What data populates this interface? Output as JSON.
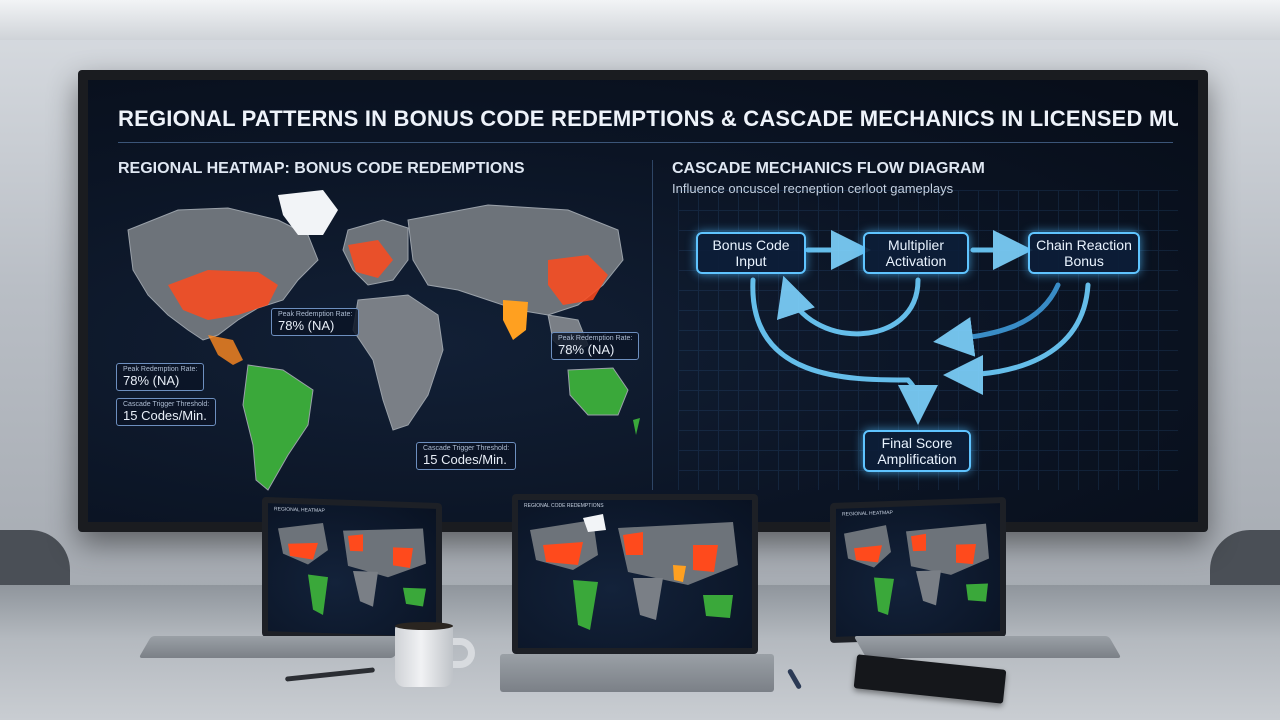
{
  "screen": {
    "title": "REGIONAL PATTERNS IN BONUS CODE REDEMPTIONS & CASCADE MECHANICS IN LICENSED MUL",
    "left_panel": {
      "title": "REGIONAL HEATMAP: BONUS CODE REDEMPTIONS",
      "callouts": [
        {
          "label": "Peak Redemption Rate:",
          "value": "78% (NA)"
        },
        {
          "label": "Peak Redemption Rate:",
          "value": "78% (NA)"
        },
        {
          "label": "Peak Redemption Rate:",
          "value": "78% (NA)"
        },
        {
          "label": "Cascade Trigger Threshold:",
          "value": "15 Codes/Min."
        },
        {
          "label": "Cascade Trigger Threshold:",
          "value": "15 Codes/Min."
        }
      ]
    },
    "right_panel": {
      "title": "CASCADE MECHANICS FLOW DIAGRAM",
      "subtitle": "Influence oncuscel recnеption cerloot gameplays",
      "nodes": [
        {
          "line1": "Bonus Code",
          "line2": "Input"
        },
        {
          "line1": "Multiplier",
          "line2": "Activation"
        },
        {
          "line1": "Chain Reaction",
          "line2": "Bonus"
        },
        {
          "line1": "Final Score",
          "line2": "Amplification"
        }
      ]
    }
  },
  "laptops": [
    {
      "title": "REGIONAL HEATMAP"
    },
    {
      "title": "REGIONAL CODE REDEMPTIONS"
    },
    {
      "title": "REGIONAL HEATMAP"
    }
  ],
  "colors": {
    "heat_hot": "#ff4a1c",
    "heat_warm": "#ffa020",
    "land_green": "#3aa83a",
    "land_gray": "#7a7f86",
    "glow": "#5fc4ff"
  },
  "icons": [
    "coffee-mug-icon",
    "pen-icon",
    "notebook-icon"
  ]
}
